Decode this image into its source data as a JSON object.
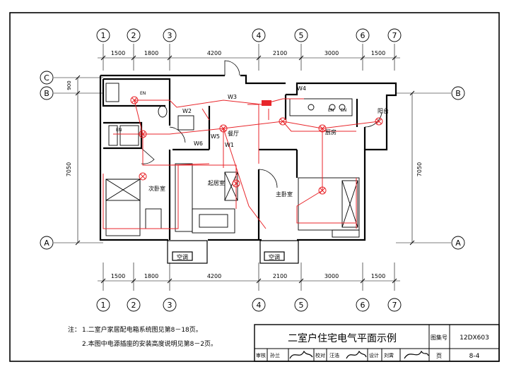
{
  "axes": {
    "columns": [
      "1",
      "2",
      "3",
      "4",
      "5",
      "6",
      "7"
    ],
    "rows_left": [
      "C",
      "B",
      "A"
    ],
    "rows_right": [
      "B",
      "A"
    ]
  },
  "dimensions": {
    "top": [
      "1500",
      "1800",
      "4200",
      "2100",
      "3000",
      "1500"
    ],
    "bottom": [
      "1500",
      "1800",
      "4200",
      "2100",
      "3000",
      "1500"
    ],
    "left_small": "900",
    "left_main": "7050",
    "right_main": "7050"
  },
  "rooms": {
    "second_bedroom": "次卧室",
    "master_bedroom": "主卧室",
    "living_room": "起居室",
    "foyer": "餐厅",
    "kitchen": "厨房",
    "balcony": "阳台"
  },
  "wire_labels": [
    "W1",
    "W2",
    "W3",
    "W4",
    "W5",
    "W6"
  ],
  "panel_labels": [
    "EN",
    "EN",
    "EN",
    "EN"
  ],
  "ac_units": [
    "空调",
    "空调"
  ],
  "notes": {
    "label": "注：",
    "line1": "1.二室户家居配电箱系统图见第8－18页。",
    "line2": "2.本图中电源插座的安装高度说明见第8－2页。"
  },
  "title_block": {
    "title": "二室户住宅电气平面示例",
    "atlas_label": "图集号",
    "atlas_no": "12DX603",
    "page_label": "页",
    "page_no": "8-4",
    "sign_row": [
      "审核",
      "孙兰",
      "校对",
      "汪浩",
      "设计",
      "刘霄"
    ]
  },
  "colors": {
    "line": "#000000",
    "wire": "#e8262b"
  }
}
